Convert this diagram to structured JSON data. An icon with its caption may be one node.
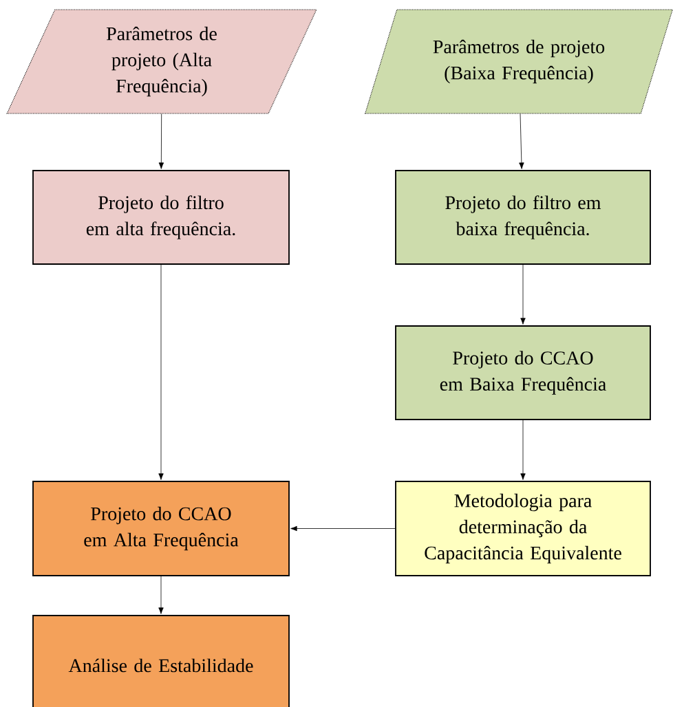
{
  "diagram": {
    "nodes": [
      {
        "text": [
          "Parâmetros de projeto (Alta Frequência)"
        ]
      },
      {
        "text": [
          "Parâmetros de projeto (Baixa Frequência)"
        ]
      },
      {
        "text": [
          "Projeto do filtro em alta frequência."
        ]
      },
      {
        "text": [
          "Projeto do filtro em baixa frequência."
        ]
      },
      {
        "text": [
          "Projeto do CCAO em Baixa Frequência"
        ]
      },
      {
        "text": [
          "Projeto do CCAO em Alta Frequência"
        ]
      },
      {
        "text": [
          "Metodologia para determinação da Capacitância Equivalente"
        ]
      },
      {
        "text": [
          "Análise de Estabilidade"
        ]
      }
    ],
    "edges": [
      {
        "from": 0,
        "to": 2,
        "arrow": "to"
      },
      {
        "from": 1,
        "to": 3,
        "arrow": "to"
      },
      {
        "from": 3,
        "to": 4,
        "arrow": "to"
      },
      {
        "from": 4,
        "to": 6,
        "arrow": "to"
      },
      {
        "from": 2,
        "to": 5,
        "arrow": "to"
      },
      {
        "from": 6,
        "to": 5,
        "arrow": "to"
      },
      {
        "from": 5,
        "to": 7,
        "arrow": "to"
      }
    ]
  }
}
